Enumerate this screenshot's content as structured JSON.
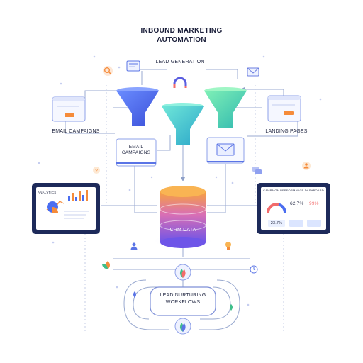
{
  "title": {
    "line1": "INBOUND MARKETING",
    "line2": "AUTOMATION"
  },
  "labels": {
    "lead_generation": "LEAD GENERATION",
    "email_campaigns": "EMAIL CAMPAIGNS",
    "landing_pages": "LANDING PAGES",
    "email_box_line1": "EMAIL",
    "email_box_line2": "CAMPAIGNS",
    "crm": "CRM DATA",
    "workflows_line1": "LEAD NURTURING",
    "workflows_line2": "WORKFLOWS"
  },
  "analytics_tablet": {
    "title": "ANALYTICS"
  },
  "campaign_dashboard": {
    "title": "CAMPAIGN PERFORMANCE DASHBOARD",
    "stat1": "62.7%",
    "stat2": "99%",
    "stat3": "23.7%"
  },
  "colors": {
    "funnel_blue": "#4a6df0",
    "funnel_cyan": "#2fc6c9",
    "funnel_green": "#3fd39a",
    "crm_orange": "#f59a3a",
    "crm_purple": "#7b5cf0",
    "accent_orange": "#f58b3a",
    "line": "#8ea0c8"
  }
}
